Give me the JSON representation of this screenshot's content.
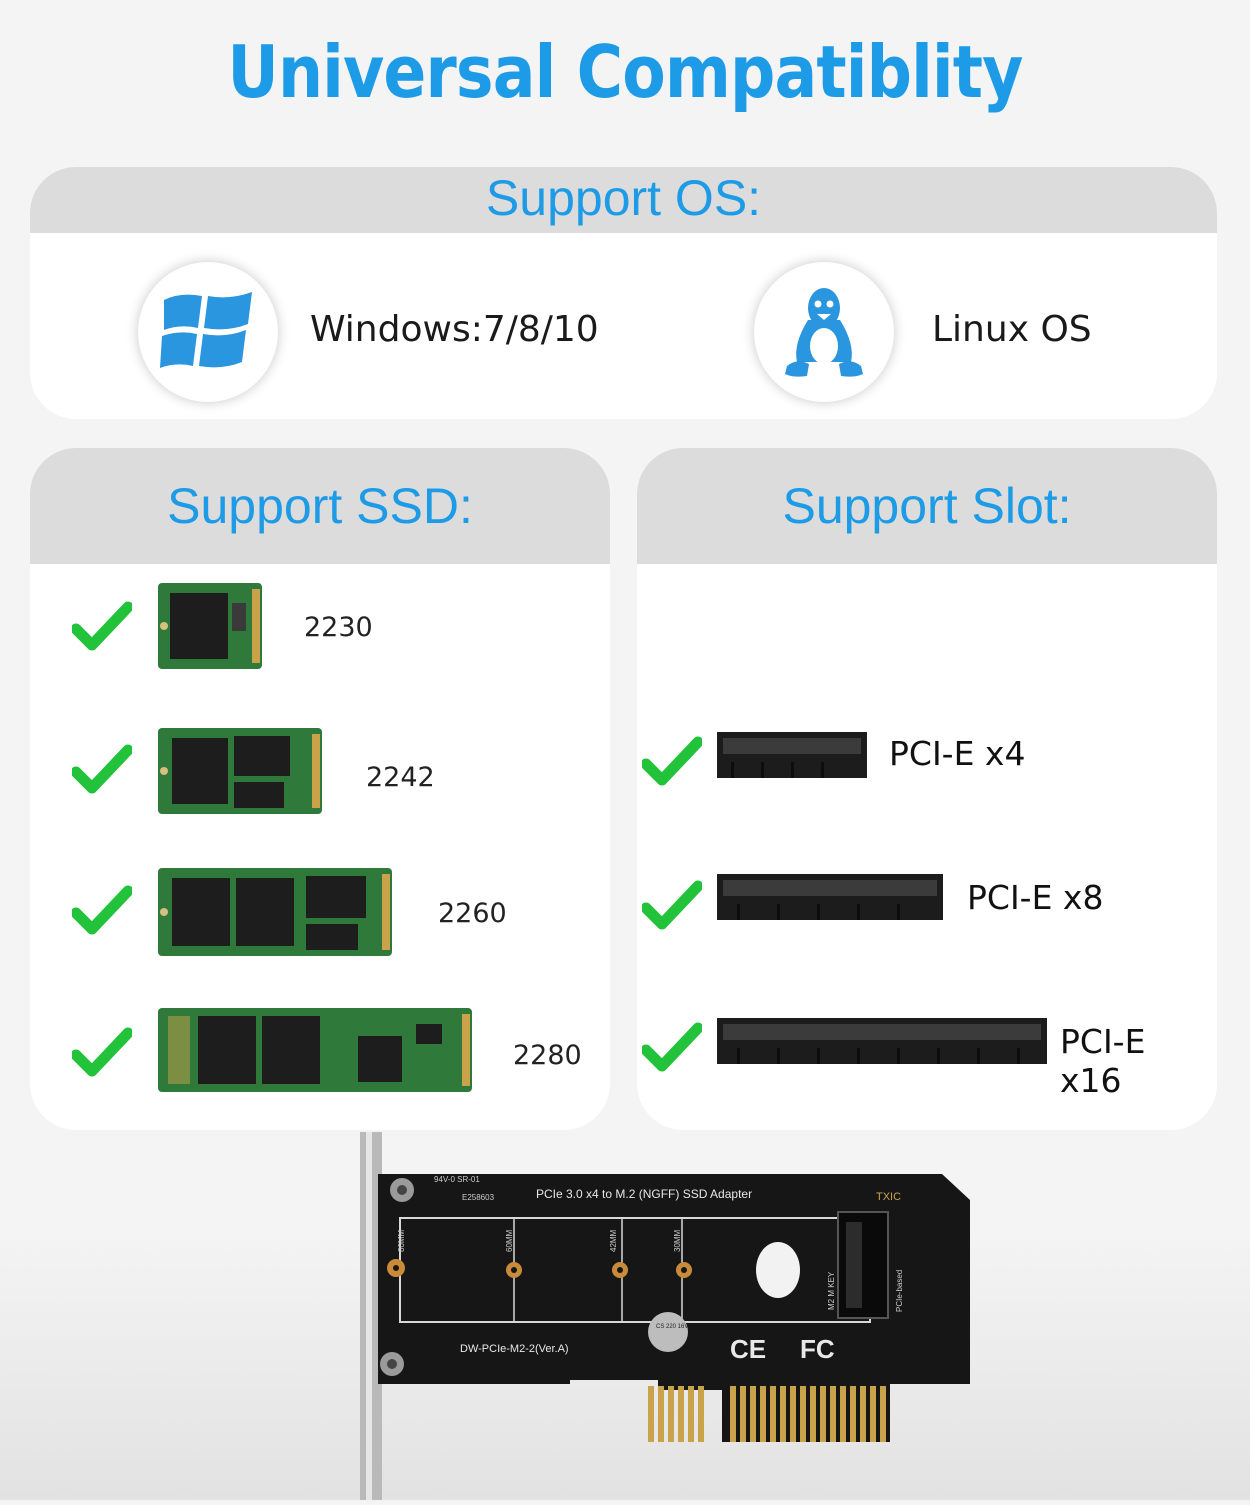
{
  "title": "Universal Compatiblity",
  "os_section": {
    "heading": "Support OS:",
    "items": [
      {
        "label": "Windows:7/8/10",
        "icon": "windows-logo-icon"
      },
      {
        "label": "Linux OS",
        "icon": "linux-penguin-icon"
      }
    ]
  },
  "ssd_section": {
    "heading": "Support SSD:",
    "items": [
      {
        "label": "2230",
        "supported": true
      },
      {
        "label": "2242",
        "supported": true
      },
      {
        "label": "2260",
        "supported": true
      },
      {
        "label": "2280",
        "supported": true
      }
    ]
  },
  "slot_section": {
    "heading": "Support Slot:",
    "items": [
      {
        "label": "PCI-E x4",
        "supported": true
      },
      {
        "label": "PCI-E x8",
        "supported": true
      },
      {
        "label": "PCI-E x16",
        "supported": true
      }
    ]
  },
  "adapter_board": {
    "title_text": "PCIe 3.0 x4 to M.2 (NGFF) SSD Adapter",
    "cert_text": "94V-0 SR-01",
    "cert_code": "E258603",
    "brand": "TXIC",
    "model_text": "DW-PCIe-M2-2(Ver.A)",
    "key_text": "M2 M KEY",
    "based_text": "PCIe-based",
    "mark_80": "80MM",
    "mark_60": "60MM",
    "mark_42": "42MM",
    "mark_30": "30MM",
    "cap_text": "CS 220 16V",
    "ce_mark": "CE",
    "fc_mark": "FC"
  },
  "colors": {
    "accent_blue": "#1e9be6",
    "check_green": "#22c33a",
    "panel_header": "#dcdcdc",
    "pcb_green": "#2f7a3a",
    "board_black": "#161616"
  }
}
